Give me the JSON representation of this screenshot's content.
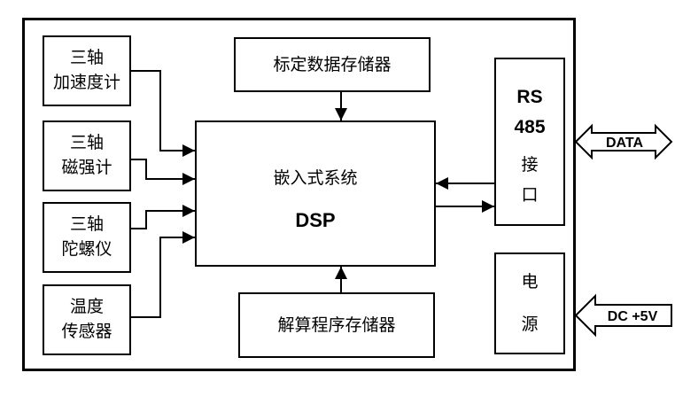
{
  "sensors": {
    "accel": {
      "line1": "三轴",
      "line2": "加速度计"
    },
    "mag": {
      "line1": "三轴",
      "line2": "磁强计"
    },
    "gyro": {
      "line1": "三轴",
      "line2": "陀螺仪"
    },
    "temp": {
      "line1": "温度",
      "line2": "传感器"
    }
  },
  "calibration_memory": "标定数据存储器",
  "solver_memory": "解算程序存储器",
  "core": {
    "line1": "嵌入式系统",
    "line2": "DSP"
  },
  "rs485": {
    "line1": "RS",
    "line2": "485",
    "line3": "接",
    "line4": "口"
  },
  "power": {
    "line1": "电",
    "line2": "源"
  },
  "signals": {
    "data": "DATA",
    "dc": "DC +5V"
  }
}
